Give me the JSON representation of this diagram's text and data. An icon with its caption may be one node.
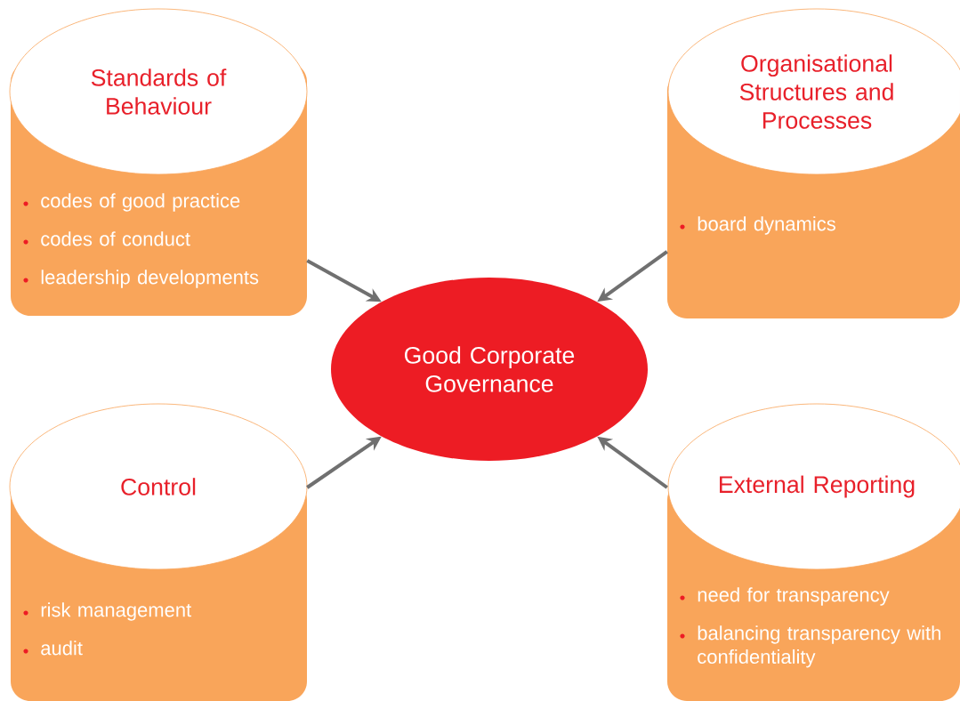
{
  "diagram": {
    "nodes": [
      {
        "text": [
          "Standards of Behaviour",
          "codes of good practice",
          "codes of conduct",
          "leadership developments"
        ]
      },
      {
        "text": [
          "Organisational Structures and Processes",
          "board dynamics"
        ]
      },
      {
        "text": [
          "Good Corporate Governance"
        ]
      },
      {
        "text": [
          "Control",
          "risk management",
          "audit"
        ]
      },
      {
        "text": [
          "External Reporting",
          "need for transparency",
          "balancing transparency with confidentiality"
        ]
      }
    ],
    "edges": [
      {
        "from": 0,
        "to": 2,
        "arrow": "to"
      },
      {
        "from": 1,
        "to": 2,
        "arrow": "to"
      },
      {
        "from": 3,
        "to": 2,
        "arrow": "to"
      },
      {
        "from": 4,
        "to": 2,
        "arrow": "to"
      }
    ]
  }
}
